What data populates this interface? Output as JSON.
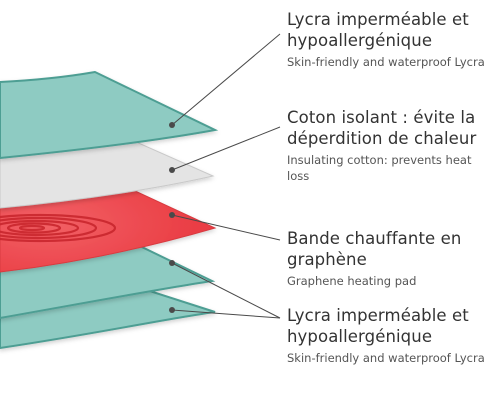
{
  "labels": [
    {
      "fr": "Lycra imperméable et hypoallergénique",
      "en": "Skin-friendly and waterproof Lycra"
    },
    {
      "fr": "Coton isolant : évite la déperdition de chaleur",
      "en": "Insulating cotton: prevents heat loss"
    },
    {
      "fr": "Bande chauffante en graphène",
      "en": "Graphene heating pad"
    },
    {
      "fr": "Lycra imperméable et hypoallergénique",
      "en": "Skin-friendly and waterproof Lycra"
    }
  ],
  "colors": {
    "lycra_fill": "#8ecbc2",
    "lycra_edge": "#4e9e93",
    "cotton_fill": "#e4e4e4",
    "cotton_edge": "#c9c9c9",
    "heater_fill": "#f0474d",
    "heater_coil": "#c7242b",
    "leader_line": "#4a4a4a",
    "text": "#333333"
  }
}
